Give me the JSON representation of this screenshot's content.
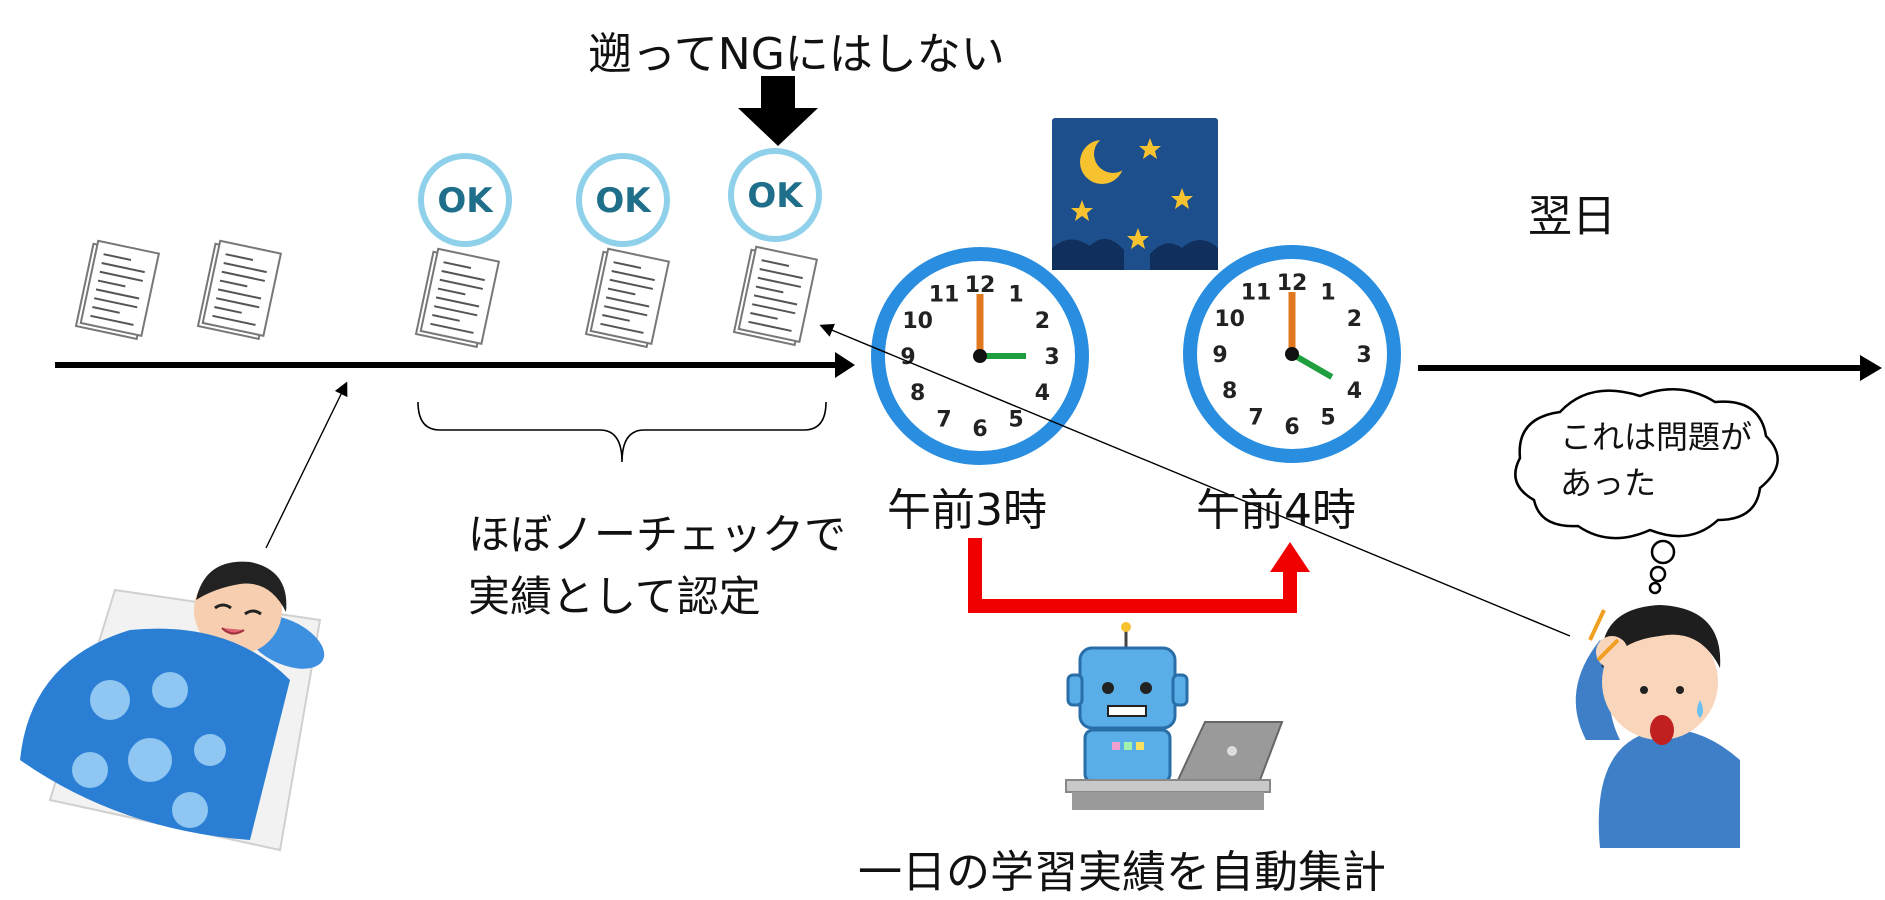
{
  "top_caption": "遡ってNGにはしない",
  "next_day_label": "翌日",
  "bracket_text": {
    "line1": "ほぼノーチェックで",
    "line2": "実績として認定"
  },
  "ok_badges": [
    "OK",
    "OK",
    "OK"
  ],
  "clocks": [
    {
      "caption": "午前3時",
      "hour": 3,
      "minute": 0
    },
    {
      "caption": "午前4時",
      "hour": 4,
      "minute": 0
    }
  ],
  "clock_numerals": [
    "12",
    "1",
    "2",
    "3",
    "4",
    "5",
    "6",
    "7",
    "8",
    "9",
    "10",
    "11"
  ],
  "thought_bubble": {
    "line1": "これは問題が",
    "line2": "あった"
  },
  "robot_caption": "一日の学習実績を自動集計",
  "colors": {
    "timeline": "#000000",
    "clock_ring": "#2a8ee0",
    "hour_hand": "#e07820",
    "minute_hand": "#1e9e3e",
    "ok_ring": "#8fd0ea",
    "ok_text": "#1f6e8a",
    "red_arrow": "#f00000",
    "night_sky": "#1d4f8c",
    "star": "#f7c230",
    "futon": "#2a7fd4"
  },
  "icons": [
    "document-icon",
    "ok-stamp-icon",
    "night-sky-icon",
    "clock-icon",
    "sleeping-person-icon",
    "robot-laptop-icon",
    "worried-person-icon",
    "thought-bubble-icon"
  ]
}
